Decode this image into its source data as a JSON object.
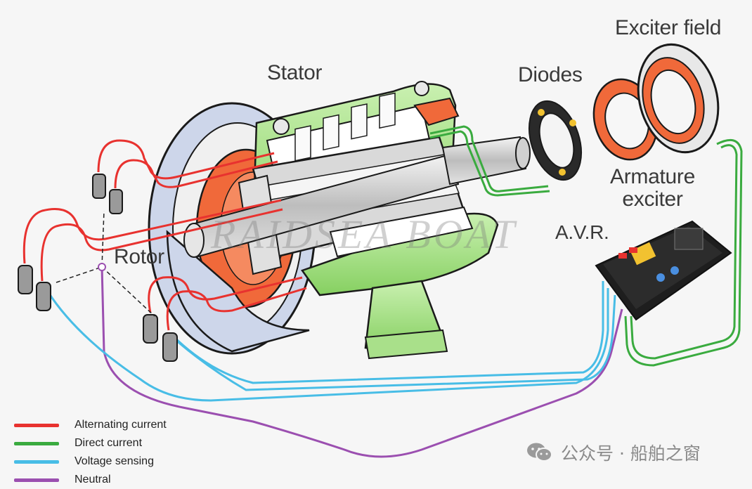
{
  "labels": {
    "stator": "Stator",
    "diodes": "Diodes",
    "exciter_field": "Exciter field",
    "armature_line1": "Armature",
    "armature_line2": "exciter",
    "avr": "A.V.R.",
    "rotor": "Rotor"
  },
  "legend": [
    {
      "label": "Alternating current",
      "color": "#e8322f"
    },
    {
      "label": "Direct current",
      "color": "#3aab3f"
    },
    {
      "label": "Voltage sensing",
      "color": "#48bde6"
    },
    {
      "label": "Neutral",
      "color": "#9b4fb0"
    }
  ],
  "watermark": {
    "text": "RAIDSEA BOAT",
    "channel": "公众号 · 船舶之窗",
    "icon": "wechat-icon"
  },
  "colors": {
    "stator_green": "#9ee07e",
    "rotor_orange": "#f0693a",
    "frame_blue": "#c8d2e6",
    "metal_gray": "#e6e6e6"
  }
}
